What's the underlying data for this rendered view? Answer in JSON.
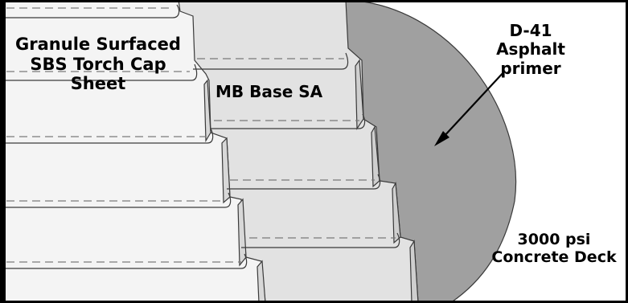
{
  "labels": {
    "cap_sheet": [
      "Granule Surfaced",
      "SBS Torch Cap",
      "Sheet"
    ],
    "base_sheet": "MB Base SA",
    "primer": [
      "D-41",
      "Asphalt",
      "primer"
    ],
    "deck": [
      "3000 psi",
      "Concrete Deck"
    ]
  },
  "colors": {
    "deck": "#a0a0a0",
    "base_sheet": "#e2e2e2",
    "cap_sheet": "#f4f4f4",
    "edge": "#3a3a3a",
    "dash": "#7a7a7a",
    "frame": "#000000"
  }
}
